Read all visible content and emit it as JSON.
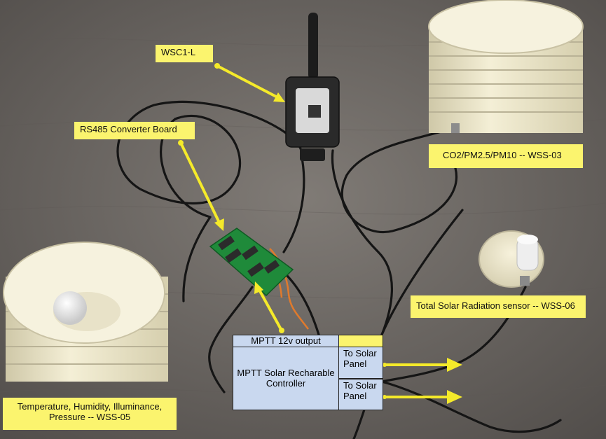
{
  "labels": {
    "wsc": "WSC1-L",
    "rs485": "RS485  Converter Board",
    "co2": "CO2/PM2.5/PM10 -- WSS-03",
    "solar_radiation": "Total Solar Radiation sensor -- WSS-06",
    "temp_line1": "Temperature, Humidity, Illuminance,",
    "temp_line2": "Pressure -- WSS-05"
  },
  "controller": {
    "output_label": "MPTT 12v output",
    "main_label_line1": "MPTT Solar Recharable",
    "main_label_line2": "Controller",
    "panel_label_line1": "To Solar",
    "panel_label_line2": "Panel"
  },
  "colors": {
    "label_yellow": "#fbf46e",
    "controller_blue": "#c9d8ef",
    "arrow_yellow": "#f5ea2a",
    "table": "#6e6a66"
  }
}
